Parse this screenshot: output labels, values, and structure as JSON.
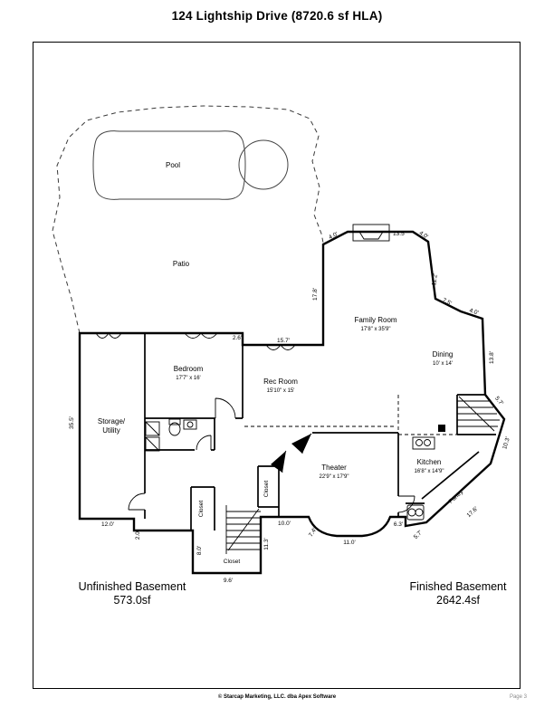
{
  "page": {
    "title": "124 Lightship Drive (8720.6 sf HLA)",
    "footer": {
      "copyright": "© Starcap Marketing, LLC. dba Apex Software",
      "page": "Page 3"
    }
  },
  "areas": {
    "unfinished": {
      "name": "Unfinished Basement",
      "sqft": "573.0sf"
    },
    "finished": {
      "name": "Finished Basement",
      "sqft": "2642.4sf"
    }
  },
  "rooms": {
    "pool": "Pool",
    "patio": "Patio",
    "family": {
      "name": "Family Room",
      "dims": "17'8\" x 35'9\""
    },
    "dining": {
      "name": "Dining",
      "dims": "10' x 14'"
    },
    "bedroom": {
      "name": "Bedroom",
      "dims": "17'7\" x 16'"
    },
    "rec": {
      "name": "Rec Room",
      "dims": "15'10\" x 15'"
    },
    "storage1": "Storage/",
    "storage2": "Utility",
    "theater": {
      "name": "Theater",
      "dims": "22'9\" x 17'9\""
    },
    "kitchen": {
      "name": "Kitchen",
      "dims": "16'8\" x 14'9\""
    },
    "pantry": "Pantry",
    "closet": "Closet"
  },
  "dims": {
    "left": "35.5'",
    "storage_bottom": "12.0'",
    "jog": "2.0'",
    "closet_side": "8.0'",
    "closet_bottom": "9.6'",
    "stair_side": "11.3'",
    "hall": "10.0'",
    "theater_left": "7.4'",
    "theater_bottom": "11.0'",
    "kitchen_bottom": "6.3'",
    "five_seven": "5.7'",
    "pantry": "17.6'",
    "stair_diag": "10.3'",
    "dining_right": "13.8'",
    "four": "4.0'",
    "seven_five": "7.5'",
    "family_right": "11.2'",
    "fireplace": "13.5'",
    "family_left": "17.8'",
    "rec_top": "15.7'",
    "rec_jog": "2.6'"
  }
}
